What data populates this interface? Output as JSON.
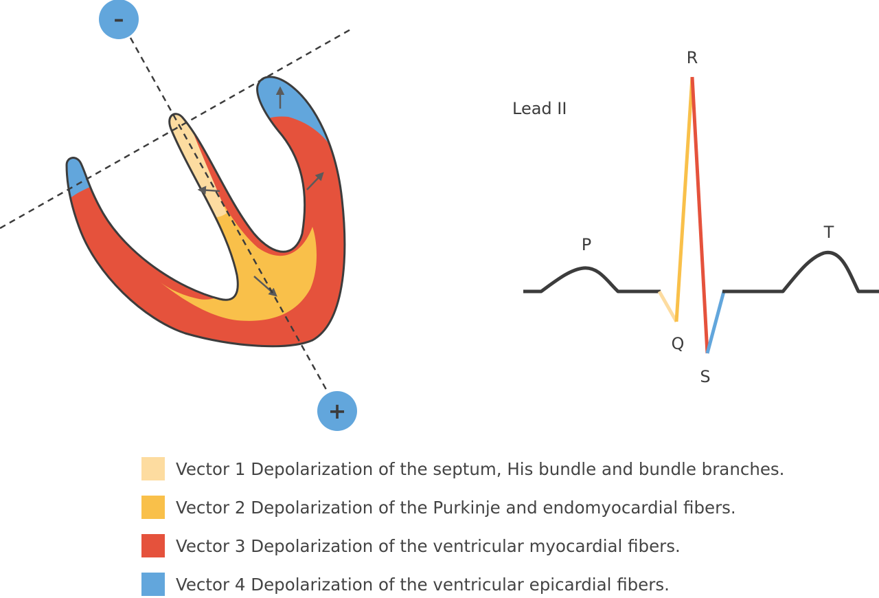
{
  "electrodes": {
    "negative": "–",
    "positive": "+"
  },
  "lead_label": "Lead II",
  "waves": {
    "p": "P",
    "q": "Q",
    "r": "R",
    "s": "S",
    "t": "T"
  },
  "colors": {
    "vector1": "#fddca0",
    "vector2": "#f9c04a",
    "vector3": "#e5523c",
    "vector4": "#62a6dc",
    "outline": "#3c3c3c"
  },
  "legend": [
    {
      "color": "#fddca0",
      "label": "Vector 1 Depolarization of the septum, His bundle and bundle branches."
    },
    {
      "color": "#f9c04a",
      "label": "Vector 2 Depolarization of the Purkinje and endomyocardial fibers."
    },
    {
      "color": "#e5523c",
      "label": "Vector 3 Depolarization of the ventricular myocardial fibers."
    },
    {
      "color": "#62a6dc",
      "label": "Vector 4 Depolarization of the ventricular epicardial fibers."
    }
  ]
}
